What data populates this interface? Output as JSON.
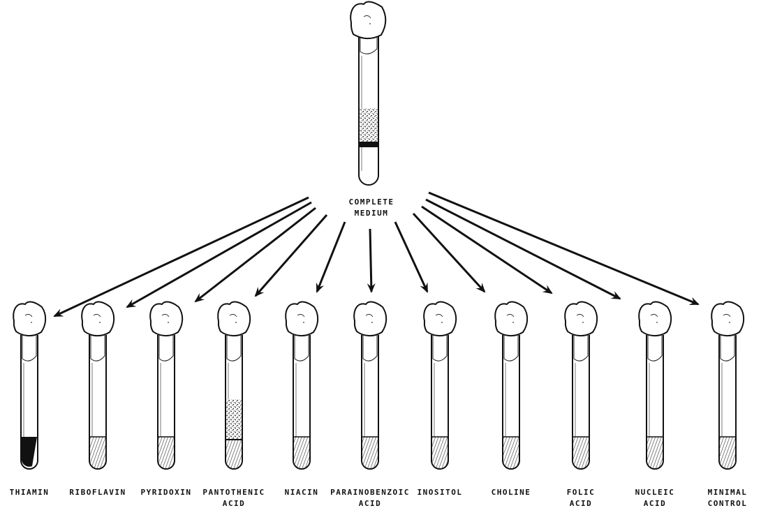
{
  "source": {
    "label": [
      "COMPLETE",
      "MEDIUM"
    ],
    "growth": "dense"
  },
  "tubes": [
    {
      "label": [
        "THIAMIN"
      ],
      "sediment": "dark"
    },
    {
      "label": [
        "RIBOFLAVIN"
      ],
      "sediment": "light"
    },
    {
      "label": [
        "PYRIDOXIN"
      ],
      "sediment": "light"
    },
    {
      "label": [
        "PANTOTHENIC",
        "ACID"
      ],
      "sediment": "growth"
    },
    {
      "label": [
        "NIACIN"
      ],
      "sediment": "light"
    },
    {
      "label": [
        "PARAINOBENZOIC",
        "ACID"
      ],
      "sediment": "light"
    },
    {
      "label": [
        "INOSITOL"
      ],
      "sediment": "light"
    },
    {
      "label": [
        "CHOLINE"
      ],
      "sediment": "light"
    },
    {
      "label": [
        "FOLIC",
        "ACID"
      ],
      "sediment": "light"
    },
    {
      "label": [
        "NUCLEIC",
        "ACID"
      ],
      "sediment": "light"
    },
    {
      "label": [
        "MINIMAL",
        "CONTROL"
      ],
      "sediment": "light"
    }
  ],
  "colors": {
    "ink": "#111111",
    "background": "#ffffff"
  }
}
